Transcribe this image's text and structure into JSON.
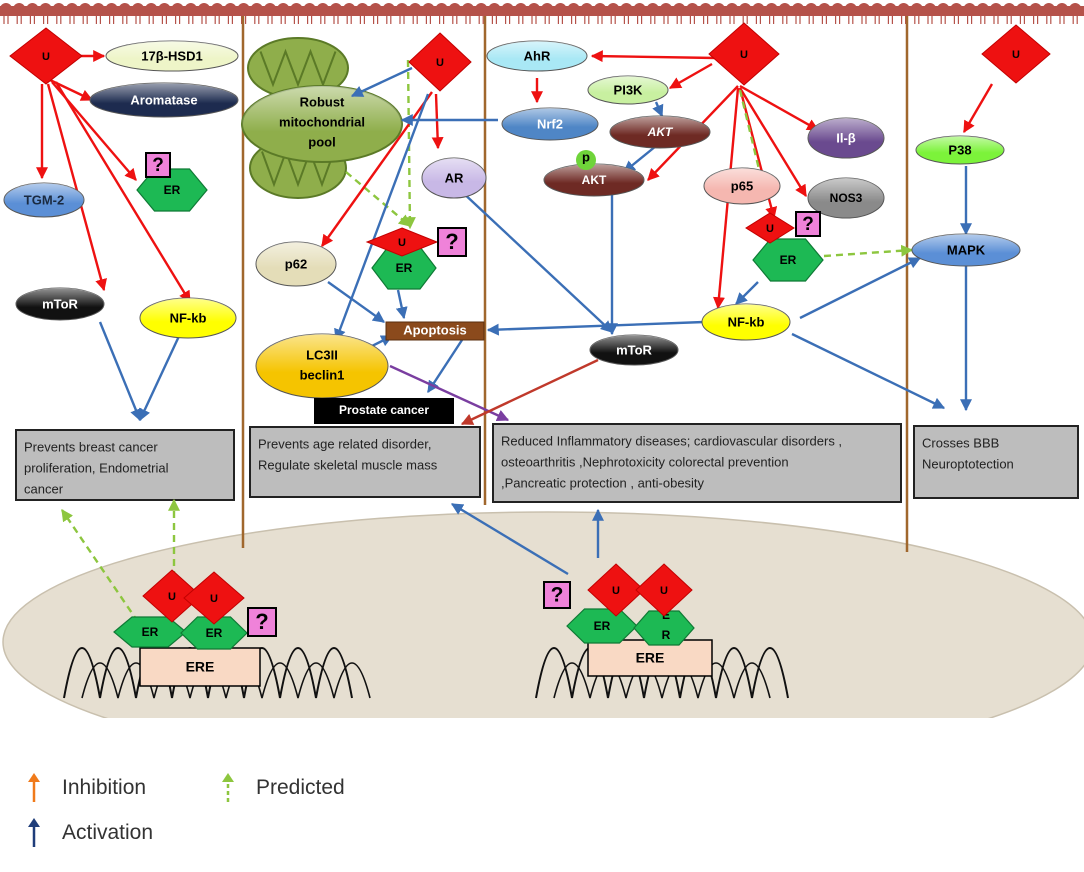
{
  "colors": {
    "inhibition": "#ee1111",
    "activation": "#3b6fb6",
    "predicted": "#8dc63f",
    "urolithin": "#ee1111",
    "er": "#1db954",
    "membrane": "#b5524a",
    "divider": "#a0672d",
    "nucleus": "#e6dfd1",
    "outcome_box": "#bdbdbd"
  },
  "ligand_label": "U",
  "er_label": "ER",
  "question_mark": "?",
  "nodes": {
    "hsd": "17β-HSD1",
    "aromatase": "Aromatase",
    "tgm2": "TGM-2",
    "mtor_left": "mToR",
    "nfkb_left": "NF-kb",
    "mito": [
      "Robust",
      "mitochondrial",
      "pool"
    ],
    "ar": "AR",
    "p62": "p62",
    "apoptosis": "Apoptosis",
    "lc3": [
      "LC3II",
      "beclin1"
    ],
    "prostate": "Prostate cancer",
    "ahr": "AhR",
    "pi3k": "PI3K",
    "nrf2": "Nrf2",
    "akt1": "AKT",
    "akt2": "AKT",
    "p": "p",
    "il": "Il-β",
    "p65": "p65",
    "nos3": "NOS3",
    "nfkb_mid": "NF-kb",
    "mtor_mid": "mToR",
    "p38": "P38",
    "mapk": "MAPK"
  },
  "outcomes": {
    "o1": [
      "Prevents    breast    cancer",
      "proliferation,       Endometrial",
      "cancer"
    ],
    "o2": [
      "Prevents age related disorder,",
      "Regulate skeletal muscle mass"
    ],
    "o3": [
      "Reduced Inflammatory diseases; cardiovascular disorders ,",
      "osteoarthritis       ,Nephrotoxicity      colorectal     prevention",
      ",Pancreatic protection , anti-obesity"
    ],
    "o4": [
      "Crosses BBB",
      "Neuroptotection"
    ]
  },
  "nucleus": {
    "ere_left": "ERE",
    "ere_right": "ERE",
    "er_right_split": [
      "E",
      "R"
    ]
  },
  "legend": {
    "inhibition": "Inhibition",
    "predicted": "Predicted",
    "activation": "Activation"
  }
}
